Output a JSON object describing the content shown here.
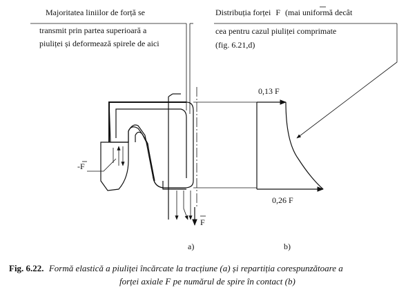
{
  "diagram": {
    "note_left": [
      "Majoritatea liniilor de forță se",
      "transmit prin partea superioară a",
      "piuliței și deformează spirele de aici"
    ],
    "note_right": {
      "line1_prefix": "Distribuția forței",
      "force_symbol": "F",
      "line1_suffix": "(mai uniformă decât",
      "line2": "cea pentru cazul piuliței comprimate",
      "line3": "(fig. 6.21,d)"
    },
    "label_top_force": "0,13 F",
    "label_bottom_force": "0,26 F",
    "label_neg_force": "-F",
    "label_axial_force": "F",
    "label_a": "a)",
    "label_b": "b)"
  },
  "caption": {
    "number": "Fig. 6.22.",
    "line1": "Formă elastică a piuliței încărcate la tracțiune (a) și repartiția corespunzătoare a",
    "line2": "forței axiale F pe numărul de spire în contact (b)"
  }
}
